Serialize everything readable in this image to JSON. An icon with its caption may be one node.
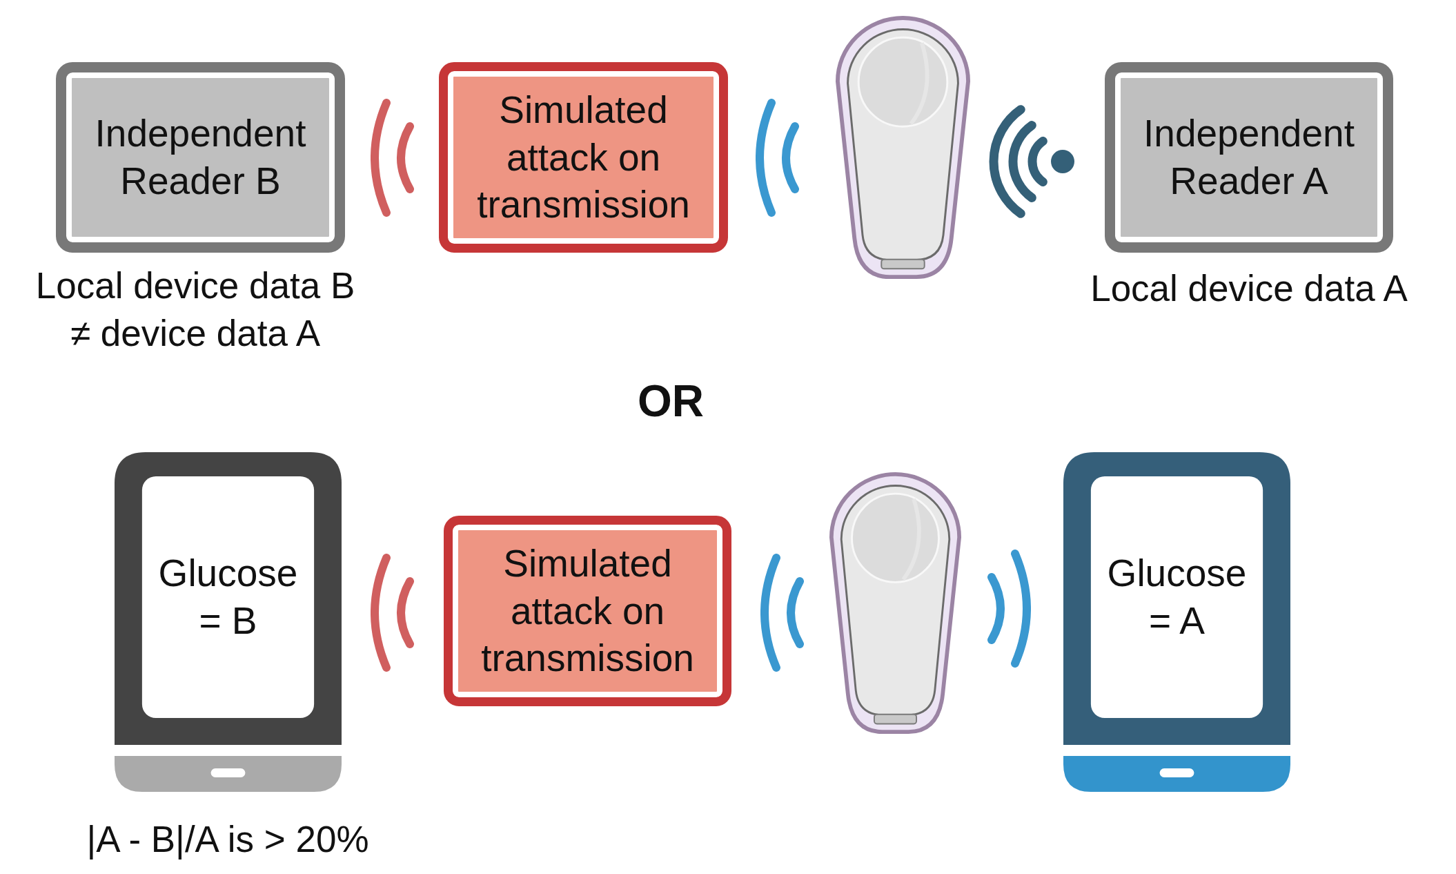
{
  "diagram": {
    "nodes": [
      {
        "text": [
          "Independent Reader B"
        ],
        "beside": [
          "Local device data B ≠ device data A"
        ]
      },
      {
        "text": [
          "Simulated attack on transmission"
        ]
      },
      {
        "text": [],
        "shape": "picture"
      },
      {
        "text": [
          "Independent Reader A"
        ],
        "beside": [
          "Local device data A"
        ]
      },
      {
        "text": [
          "Glucose = B"
        ],
        "beside": [
          "|A - B|/A is > 20%"
        ]
      },
      {
        "text": [
          "Simulated attack on transmission"
        ]
      },
      {
        "text": [],
        "shape": "picture"
      },
      {
        "text": [
          "Glucose = A"
        ]
      }
    ],
    "labels": [
      "OR"
    ]
  }
}
